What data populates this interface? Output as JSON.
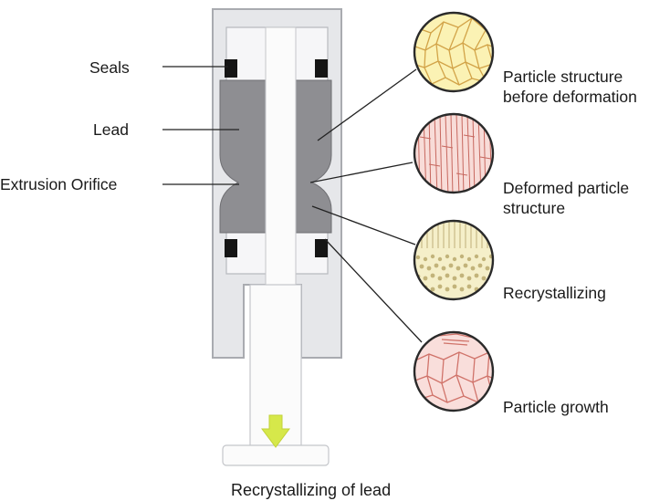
{
  "labels": {
    "seals": "Seals",
    "lead": "Lead",
    "orifice": "Extrusion Orifice"
  },
  "stages": [
    {
      "line1": "Particle structure",
      "line2": "before deformation"
    },
    {
      "line1": "Deformed particle",
      "line2": "structure"
    },
    {
      "line1": "Recrystallizing",
      "line2": ""
    },
    {
      "line1": "Particle growth",
      "line2": ""
    }
  ],
  "caption": "Recrystallizing of lead",
  "colors": {
    "housing": "#e6e7ea",
    "housing_edge": "#a9abb0",
    "lead": "#8e8e92",
    "seal": "#151515",
    "plunger": "#fbfbfb",
    "arrow": "#d6e84a",
    "stage1_fill": "#fbf2b4",
    "stage1_line": "#d2a348",
    "stage2_fill": "#f8dcd8",
    "stage2_line": "#c7685f",
    "stage3_fill": "#f5efc9",
    "stage3_line": "#b8a870",
    "stage4_fill": "#f9dedb",
    "stage4_line": "#d0736a"
  }
}
